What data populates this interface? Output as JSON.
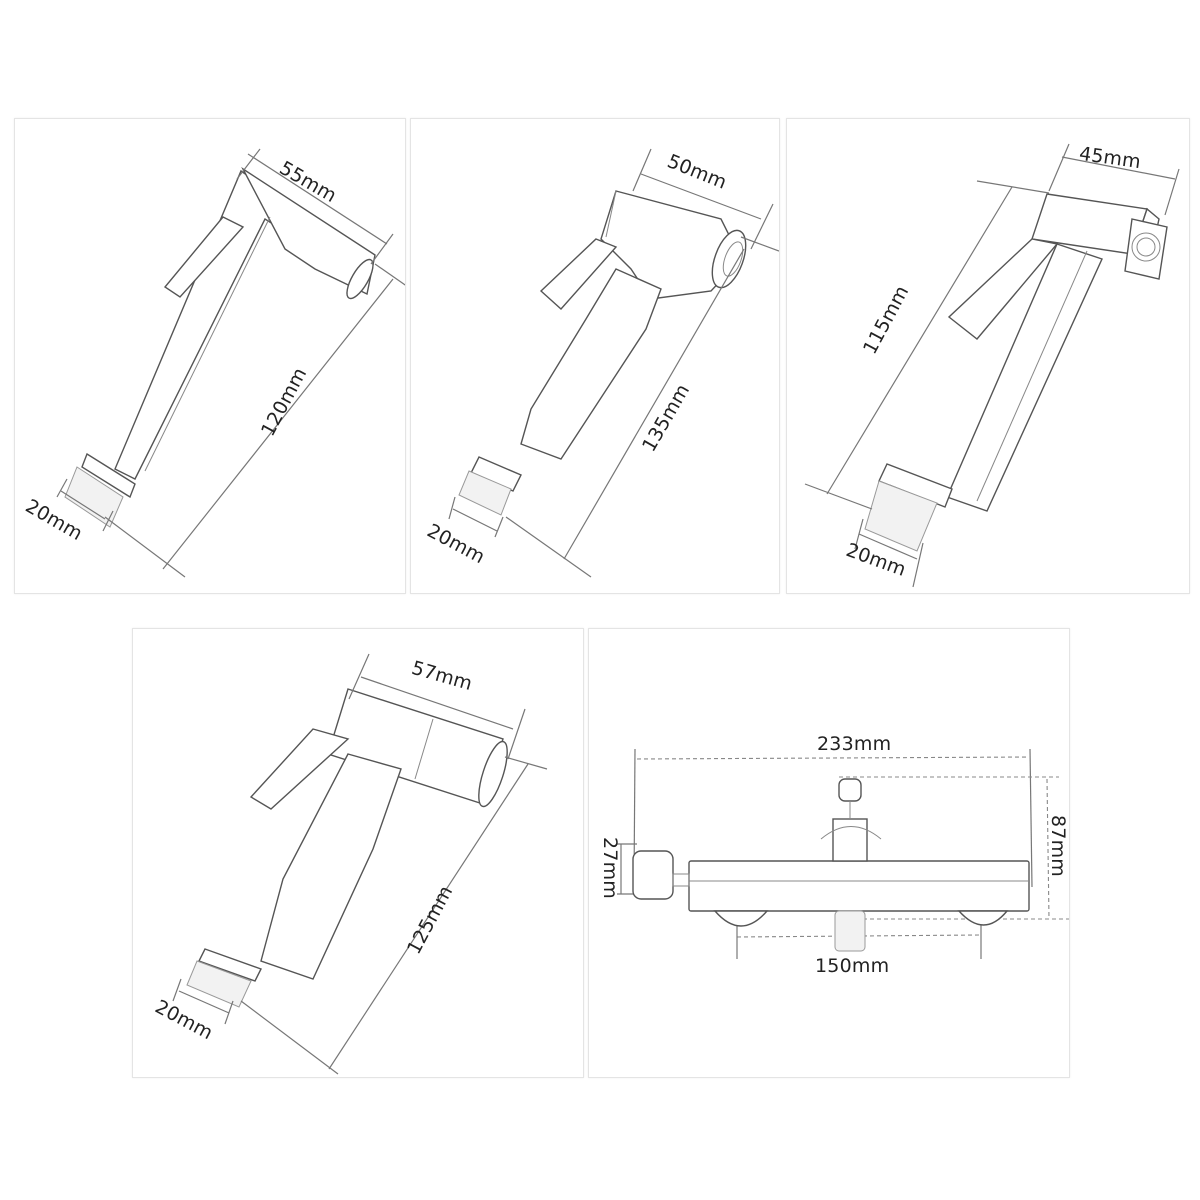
{
  "panels": [
    {
      "id": "sprayer-a",
      "dimensions": {
        "head_width": "55mm",
        "length": "120mm",
        "thread": "20mm"
      }
    },
    {
      "id": "sprayer-b",
      "dimensions": {
        "head_width": "50mm",
        "length": "135mm",
        "thread": "20mm"
      }
    },
    {
      "id": "sprayer-c",
      "dimensions": {
        "head_width": "45mm",
        "length": "115mm",
        "thread": "20mm"
      }
    },
    {
      "id": "sprayer-d",
      "dimensions": {
        "head_width": "57mm",
        "length": "125mm",
        "thread": "20mm"
      }
    },
    {
      "id": "valve-holder",
      "dimensions": {
        "width": "233mm",
        "height": "87mm",
        "side_height": "27mm",
        "mount_spacing": "150mm"
      }
    }
  ],
  "colors": {
    "line": "#555555",
    "dimension_line": "#777777",
    "text": "#222222",
    "panel_border": "#e4e4e4"
  }
}
